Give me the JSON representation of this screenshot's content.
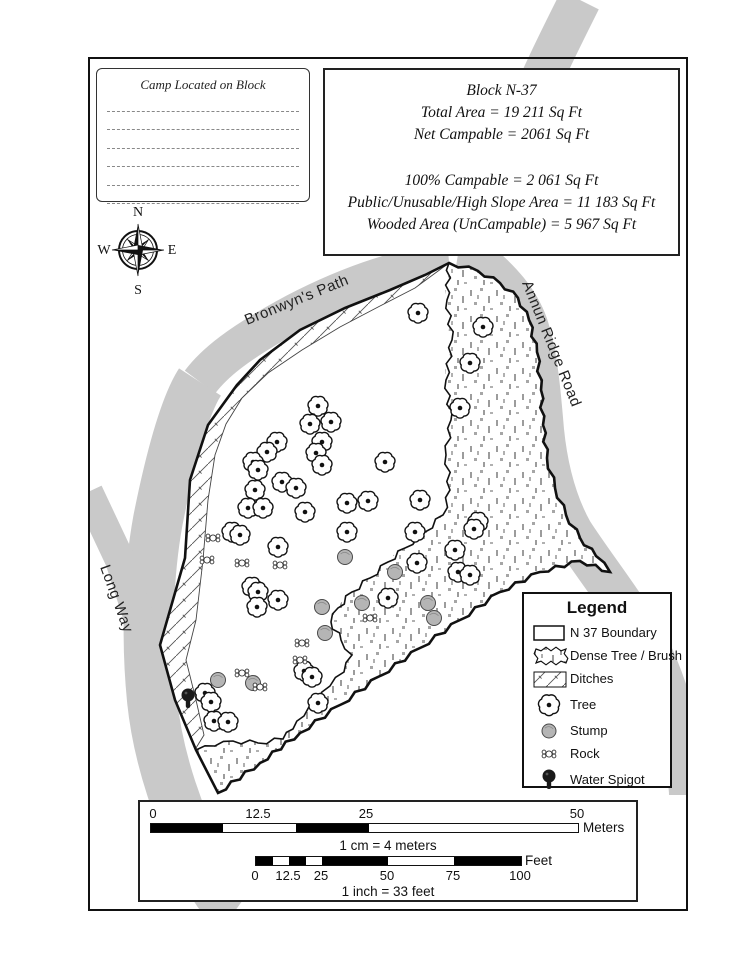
{
  "camp_box": {
    "title": "Camp Located on Block",
    "blank_lines": 6
  },
  "info_box": {
    "line1": "Block N-37",
    "line2": "Total Area = 19 211 Sq Ft",
    "line3": "Net Campable = 2061 Sq Ft",
    "line4": "100% Campable =  2 061 Sq Ft",
    "line5": "Public/Unusable/High Slope Area = 11 183 Sq Ft",
    "line6": "Wooded Area (UnCampable) = 5 967 Sq Ft"
  },
  "compass": {
    "north": "N",
    "east": "E",
    "south": "S",
    "west": "W"
  },
  "roads": {
    "bronwyns_path": "Bronwyn's Path",
    "annun_ridge_road": "Annun Ridge Road",
    "long_way": "Long Way"
  },
  "legend": {
    "title": "Legend",
    "items": [
      {
        "icon": "boundary-swatch",
        "label": "N 37 Boundary"
      },
      {
        "icon": "dense-brush-swatch",
        "label": "Dense Tree / Brush"
      },
      {
        "icon": "ditches-swatch",
        "label": "Ditches"
      },
      {
        "icon": "tree-icon",
        "label": "Tree"
      },
      {
        "icon": "stump-icon",
        "label": "Stump"
      },
      {
        "icon": "rock-icon",
        "label": "Rock"
      },
      {
        "icon": "water-spigot-icon",
        "label": "Water Spigot"
      }
    ]
  },
  "scale": {
    "meters": {
      "tick0": "0",
      "tick1": "12.5",
      "tick2": "25",
      "tick3": "50",
      "unit": "Meters",
      "note": "1 cm = 4 meters"
    },
    "feet": {
      "tick0": "0",
      "tick1": "12.5",
      "tick2": "25",
      "tick3": "50",
      "tick4": "75",
      "tick5": "100",
      "unit": "Feet",
      "note": "1 inch = 33 feet"
    }
  },
  "map_features": {
    "trees": [
      [
        418,
        313
      ],
      [
        483,
        327
      ],
      [
        470,
        363
      ],
      [
        460,
        408
      ],
      [
        318,
        406
      ],
      [
        310,
        424
      ],
      [
        331,
        422
      ],
      [
        322,
        442
      ],
      [
        277,
        442
      ],
      [
        267,
        452
      ],
      [
        253,
        462
      ],
      [
        258,
        470
      ],
      [
        316,
        453
      ],
      [
        322,
        465
      ],
      [
        385,
        462
      ],
      [
        282,
        482
      ],
      [
        296,
        488
      ],
      [
        255,
        490
      ],
      [
        248,
        508
      ],
      [
        263,
        508
      ],
      [
        305,
        512
      ],
      [
        347,
        503
      ],
      [
        368,
        501
      ],
      [
        232,
        532
      ],
      [
        240,
        535
      ],
      [
        347,
        532
      ],
      [
        415,
        532
      ],
      [
        420,
        500
      ],
      [
        278,
        547
      ],
      [
        417,
        563
      ],
      [
        478,
        522
      ],
      [
        474,
        529
      ],
      [
        455,
        550
      ],
      [
        458,
        572
      ],
      [
        470,
        575
      ],
      [
        388,
        598
      ],
      [
        252,
        587
      ],
      [
        258,
        592
      ],
      [
        278,
        600
      ],
      [
        257,
        607
      ],
      [
        304,
        671
      ],
      [
        312,
        677
      ],
      [
        318,
        703
      ],
      [
        205,
        693
      ],
      [
        211,
        702
      ],
      [
        214,
        721
      ],
      [
        228,
        722
      ]
    ],
    "stumps": [
      [
        345,
        557
      ],
      [
        395,
        572
      ],
      [
        362,
        603
      ],
      [
        322,
        607
      ],
      [
        428,
        603
      ],
      [
        434,
        618
      ],
      [
        325,
        633
      ],
      [
        218,
        680
      ],
      [
        253,
        683
      ]
    ],
    "rocks": [
      [
        213,
        538
      ],
      [
        207,
        560
      ],
      [
        242,
        563
      ],
      [
        280,
        565
      ],
      [
        370,
        618
      ],
      [
        302,
        643
      ],
      [
        300,
        660
      ],
      [
        242,
        673
      ],
      [
        260,
        687
      ]
    ],
    "water_spigots": [
      [
        188,
        695
      ]
    ]
  },
  "colors": {
    "road_gray": "#c9c9c9",
    "stump_gray": "#b5b5b5",
    "speckle_gray": "#9c9c9c",
    "ink": "#111111"
  }
}
